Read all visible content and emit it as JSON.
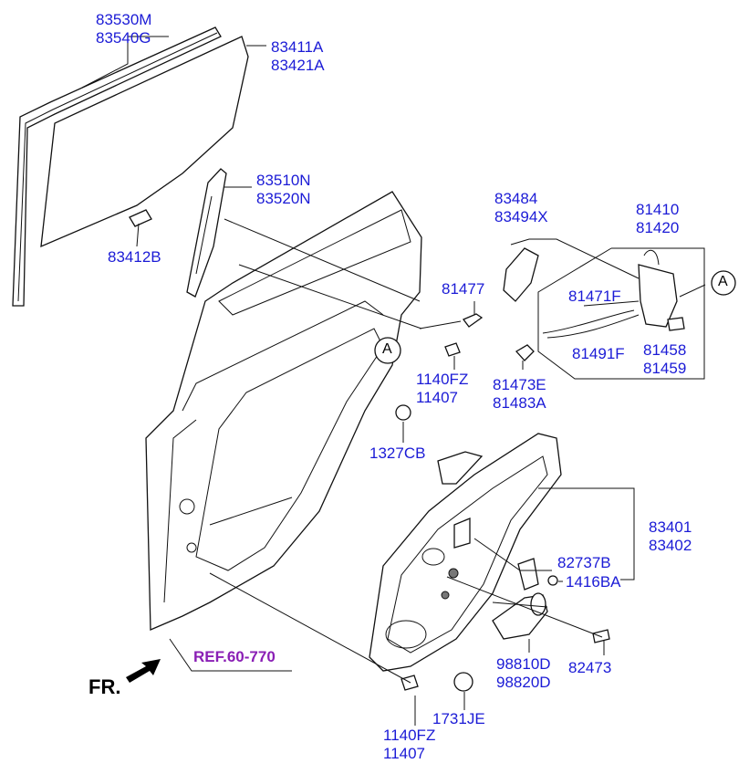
{
  "labels": {
    "glass_run": [
      "83530M",
      "83540G"
    ],
    "glass": [
      "83411A",
      "83421A"
    ],
    "channel": [
      "83510N",
      "83520N"
    ],
    "glass_holder": "83412B",
    "cover": [
      "83484",
      "83494X"
    ],
    "latch": [
      "81410",
      "81420"
    ],
    "bolt_top": "81477",
    "cable_a": "81471F",
    "cable_b": "81491F",
    "striker": [
      "81458",
      "81459"
    ],
    "screw_mid": [
      "1140FZ",
      "11407"
    ],
    "clip": [
      "81473E",
      "81483A"
    ],
    "nut": "1327CB",
    "regulator": [
      "83401",
      "83402"
    ],
    "bracket": "82737B",
    "grommet": "1416BA",
    "motor": [
      "98810D",
      "98820D"
    ],
    "bolt_lower": "82473",
    "screw_bottom": [
      "1140FZ",
      "11407"
    ],
    "plug": "1731JE"
  },
  "callouts": {
    "left": "A",
    "right": "A"
  },
  "ref_label": "REF.60-770",
  "front_label": "FR.",
  "colors": {
    "part_label": "#1b1bd6",
    "ref_label": "#8a1fb5",
    "line": "#111111"
  }
}
